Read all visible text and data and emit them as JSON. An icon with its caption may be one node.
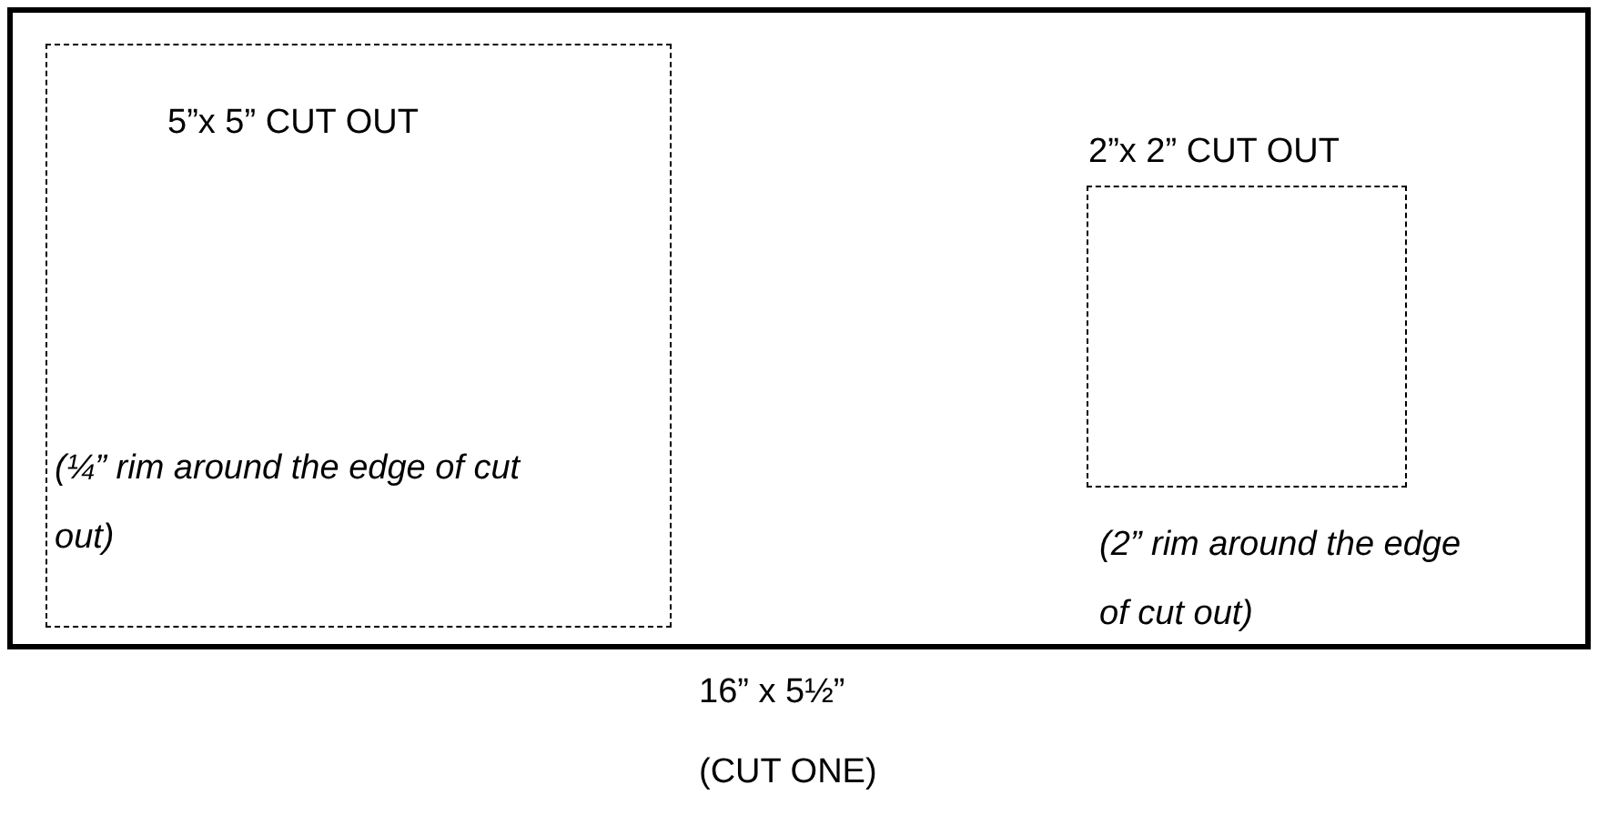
{
  "diagram": {
    "nodes": [
      {
        "text": [],
        "shape": "box"
      },
      {
        "text": [
          "5”x 5” CUT OUT",
          "(¼” rim around the  edge of cut out)"
        ],
        "in": 0
      },
      {
        "text": [
          "2”x 2” CUT OUT"
        ],
        "in": 0,
        "beside": [
          "(2” rim around the edge of cut out)"
        ]
      }
    ],
    "edges": [],
    "labels": [
      "16” x 5½”",
      "(CUT ONE)"
    ]
  }
}
